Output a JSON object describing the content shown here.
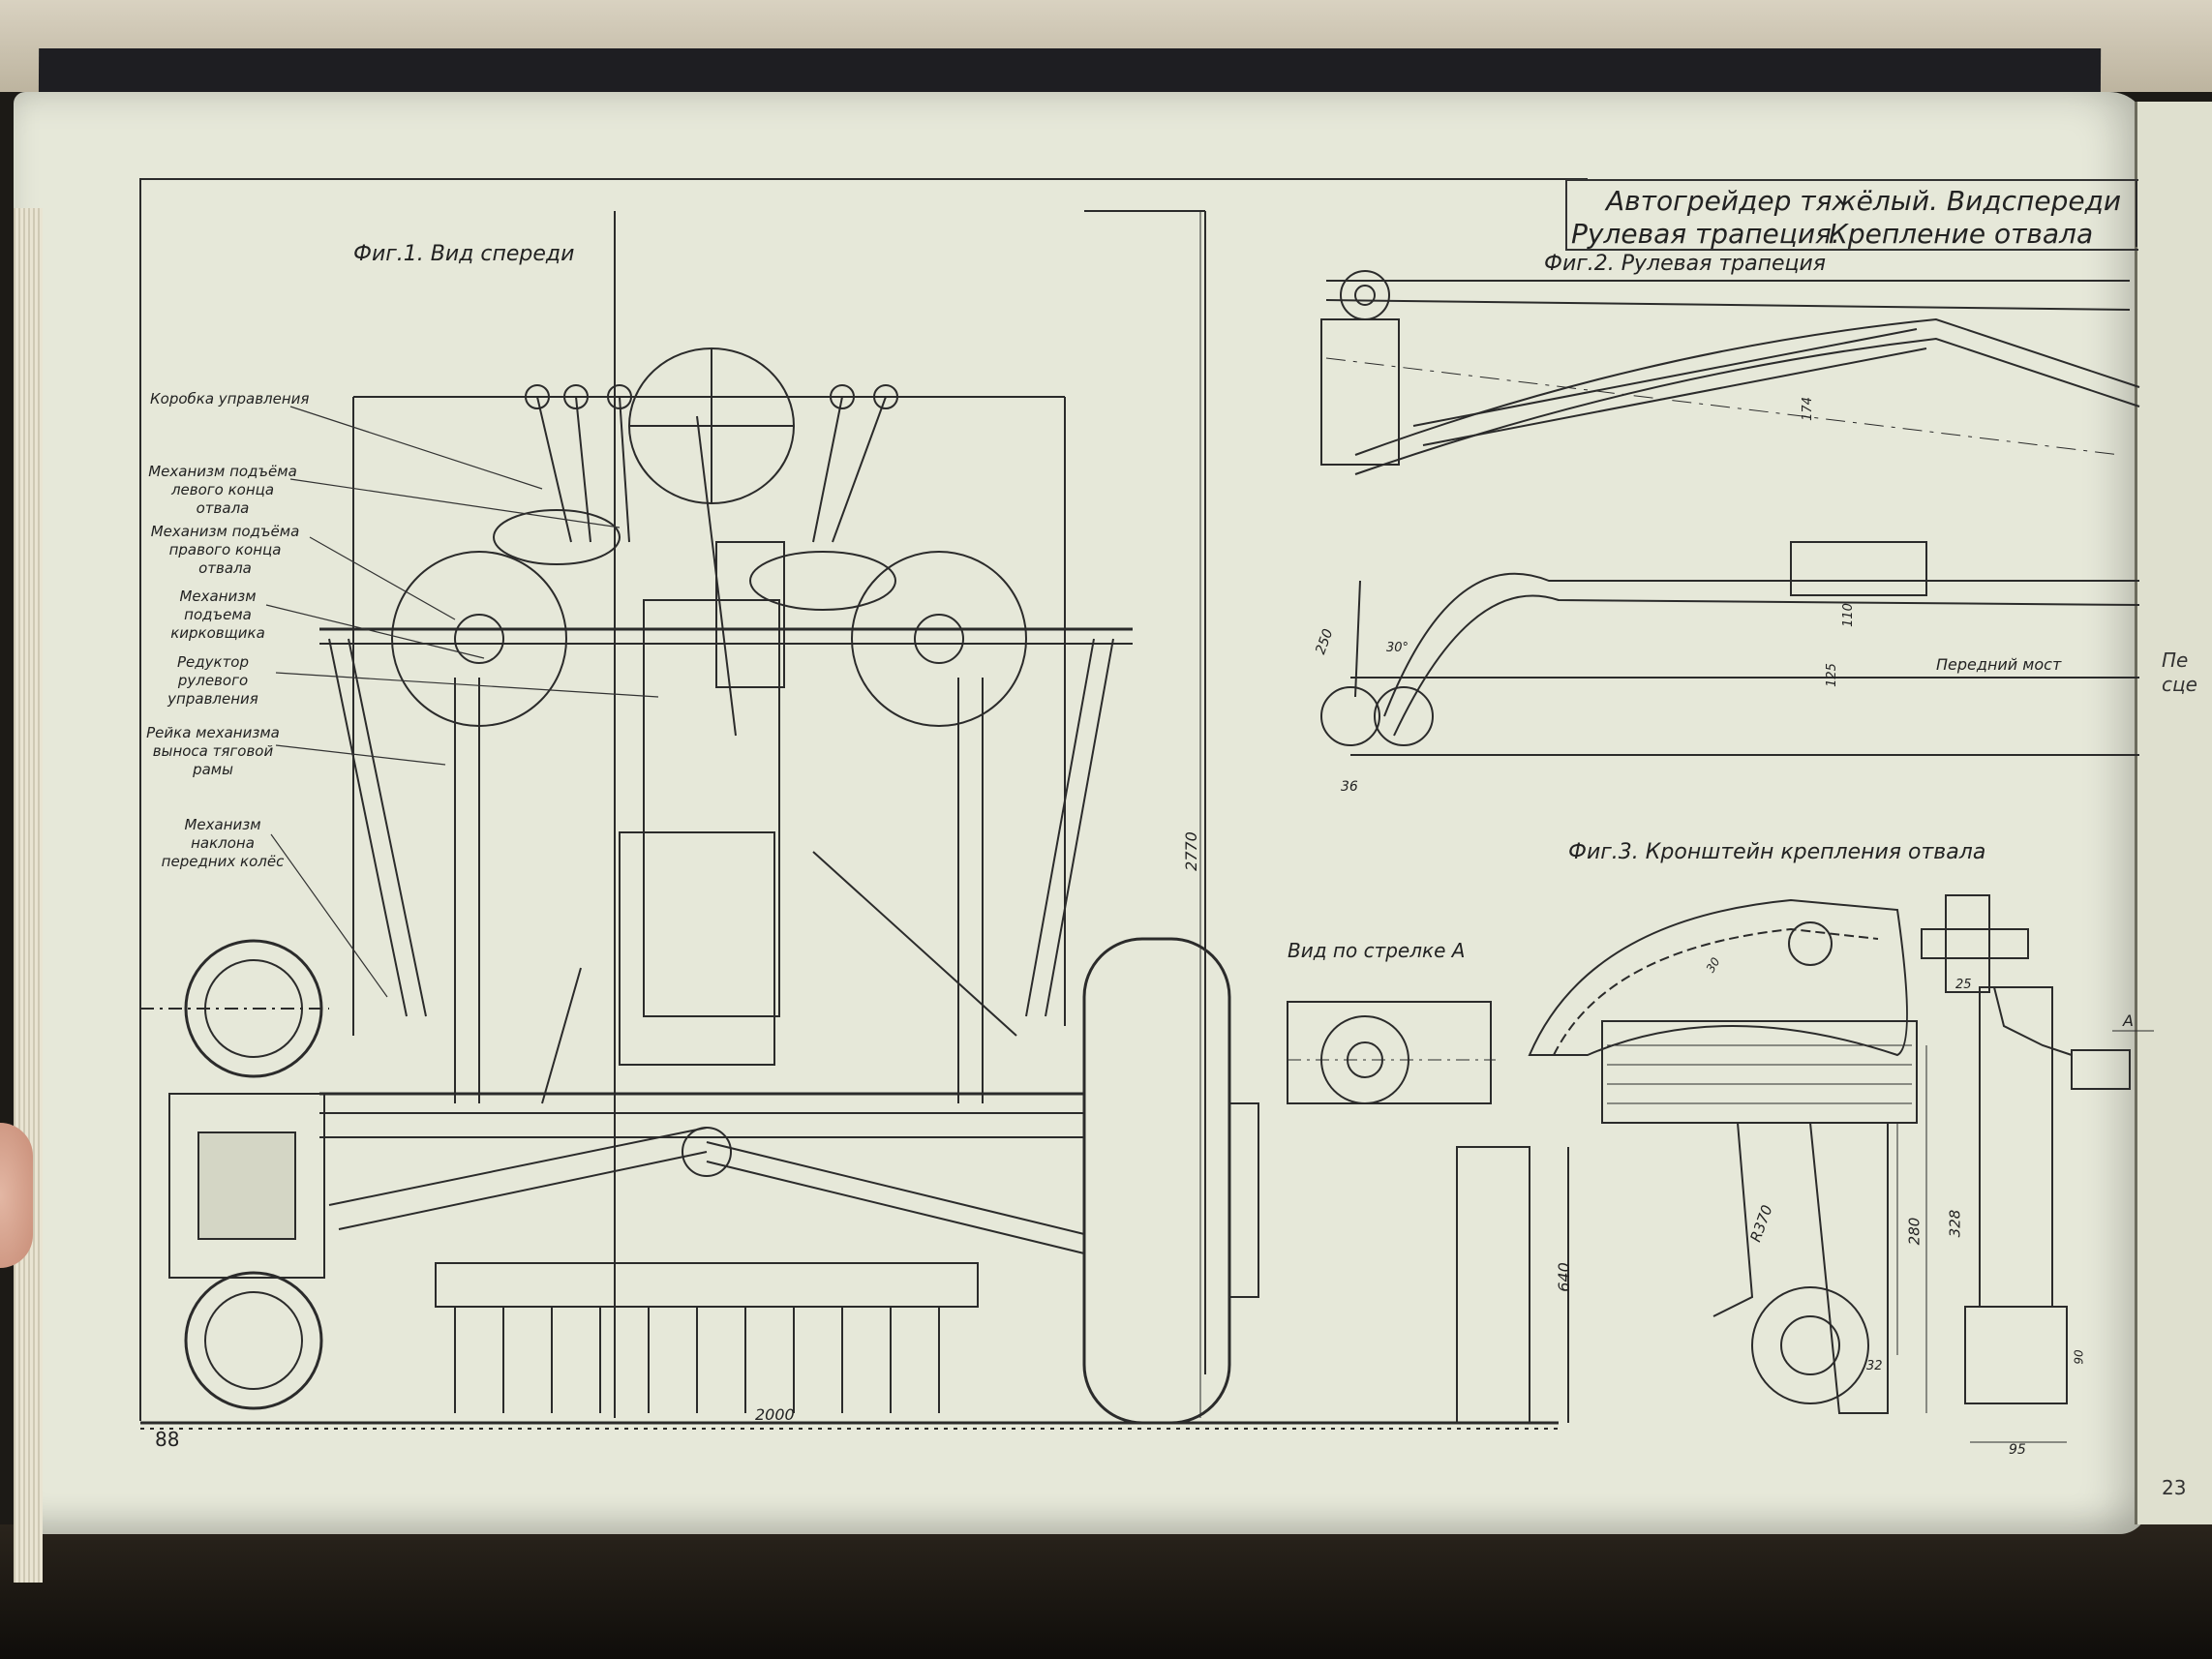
{
  "colors": {
    "paper": "#e6e8d9",
    "ink": "#2b2b2b"
  },
  "title_block": {
    "line1": "Автогрейдер тяжёлый. Видспереди",
    "line2": "Рулевая трапеция.",
    "line3": "Крепление отвала"
  },
  "figures": {
    "fig1": "Фиг.1. Вид спереди",
    "fig2": "Фиг.2. Рулевая трапеция",
    "fig3": "Фиг.3. Кронштейн крепления отвала",
    "view_a": "Вид по стрелке А"
  },
  "callouts": [
    "Коробка управления",
    "Механизм подъёма левого конца отвала",
    "Механизм подъёма правого конца отвала",
    "Механизм подъема кирковщика",
    "Редуктор рулевого управления",
    "Рейка механизма выноса тяговой рамы",
    "Механизм наклона передних колёс"
  ],
  "annotations": {
    "front_axle": "Передний мост",
    "arrow_a": "А"
  },
  "dimensions": {
    "d2770": "2770",
    "d2000": "2000",
    "d640": "640",
    "d174": "174",
    "d110": "110",
    "d125": "125",
    "d250": "250",
    "d30": "30°",
    "d36": "36",
    "r370": "R370",
    "d280": "280",
    "d328": "328",
    "d32": "32",
    "d25": "25",
    "d95": "95",
    "d90": "90",
    "d30b": "30"
  },
  "page_numbers": {
    "left": "88",
    "right": "23"
  },
  "next_page_fragments": [
    "Пе",
    "сце"
  ]
}
